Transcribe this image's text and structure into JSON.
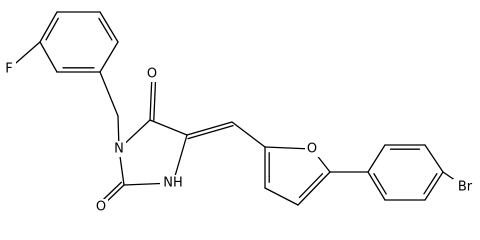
{
  "structure": {
    "atoms": {
      "F": {
        "label": "F"
      },
      "N1": {
        "label": "N"
      },
      "N3": {
        "label": "NH"
      },
      "O1": {
        "label": "O"
      },
      "O2": {
        "label": "O"
      },
      "Of": {
        "label": "O"
      },
      "Br": {
        "label": "Br"
      }
    }
  },
  "colors": {
    "ink": "#000000",
    "background": "#ffffff"
  }
}
